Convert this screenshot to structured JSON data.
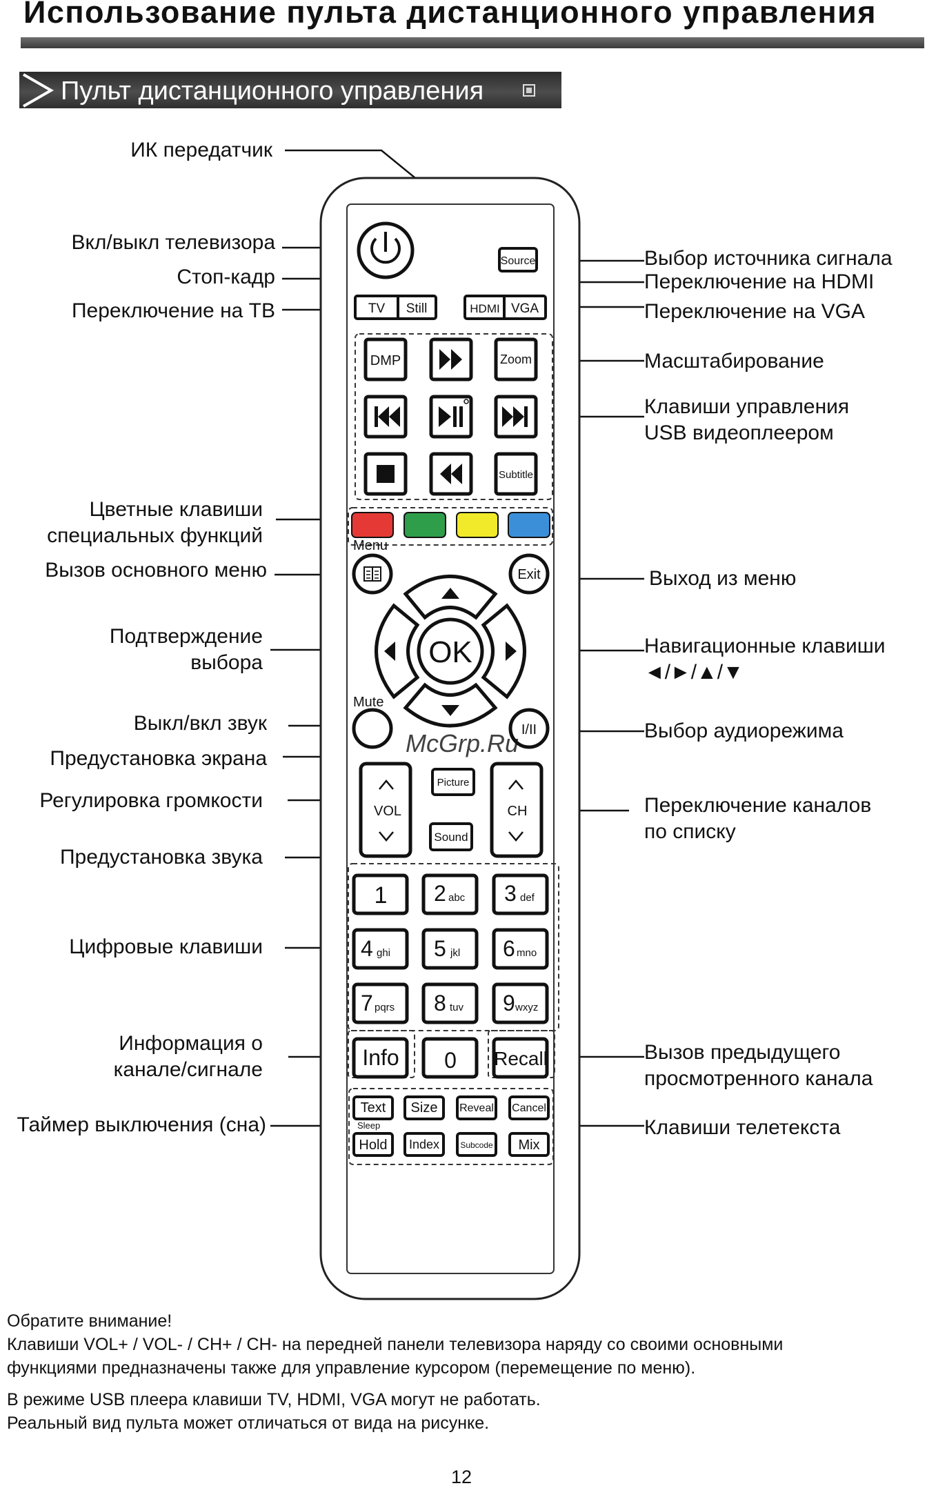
{
  "page": {
    "title": "Использование пульта дистанционного управления",
    "section_title": "Пульт дистанционного управления",
    "page_number": "12"
  },
  "labels_left": [
    "ИК передатчик",
    "Вкл/выкл телевизора",
    "Стоп-кадр",
    "Переключение на ТВ",
    "Цветные клавиши",
    "специальных функций",
    "Вызов основного меню",
    "Подтверждение",
    "выбора",
    "Выкл/вкл звук",
    "Предустановка экрана",
    "Регулировка громкости",
    "Предустановка звука",
    "Цифровые клавиши",
    "Информация о",
    "канале/сигнале",
    "Таймер выключения (сна)"
  ],
  "labels_right": [
    "Выбор источника сигнала",
    "Переключение на HDMI",
    "Переключение на VGA",
    "Масштабирование",
    "Клавиши управления",
    "USB видеоплеером",
    "Выход из меню",
    "Навигационные клавиши",
    "◄/►/▲/▼",
    "Выбор аудиорежима",
    "Переключение каналов",
    "по списку",
    "Вызов предыдущего",
    "просмотренного канала",
    "Клавиши телетекста"
  ],
  "remote": {
    "source": "Source",
    "tv": "TV",
    "still": "Still",
    "hdmi": "HDMI",
    "vga": "VGA",
    "dmp": "DMP",
    "zoom": "Zoom",
    "subtitle": "Subtitle",
    "menu": "Menu",
    "exit": "Exit",
    "ok": "OK",
    "mute": "Mute",
    "audio": "I/II",
    "picture": "Picture",
    "sound": "Sound",
    "vol": "VOL",
    "ch": "CH",
    "digits": [
      {
        "num": "1",
        "sub": ""
      },
      {
        "num": "2",
        "sub": "abc"
      },
      {
        "num": "3",
        "sub": "def"
      },
      {
        "num": "4",
        "sub": "ghi"
      },
      {
        "num": "5",
        "sub": "jkl"
      },
      {
        "num": "6",
        "sub": "mno"
      },
      {
        "num": "7",
        "sub": "pqrs"
      },
      {
        "num": "8",
        "sub": "tuv"
      },
      {
        "num": "9",
        "sub": "wxyz"
      },
      {
        "num": "0",
        "sub": ""
      }
    ],
    "info": "Info",
    "recall": "Recall",
    "text": "Text",
    "size": "Size",
    "reveal": "Reveal",
    "cancel": "Cancel",
    "sleep": "Sleep",
    "hold": "Hold",
    "index": "Index",
    "subcode": "Subcode",
    "mix": "Mix",
    "colors": {
      "red": "#e53935",
      "green": "#2e9e4a",
      "yellow": "#f0ea2a",
      "blue": "#3b8fd9"
    }
  },
  "watermark": "McGrp.Ru",
  "notes": [
    "Обратите внимание!",
    "Клавиши VOL+ / VOL- / CH+ / CH- на передней панели телевизора наряду со своими основными",
    "функциями предназначены также для управление курсором (перемещение по меню).",
    "В режиме USB плеера клавиши TV, HDMI, VGA могут не работать.",
    "Реальный вид пульта может отличаться от вида на рисунке."
  ]
}
